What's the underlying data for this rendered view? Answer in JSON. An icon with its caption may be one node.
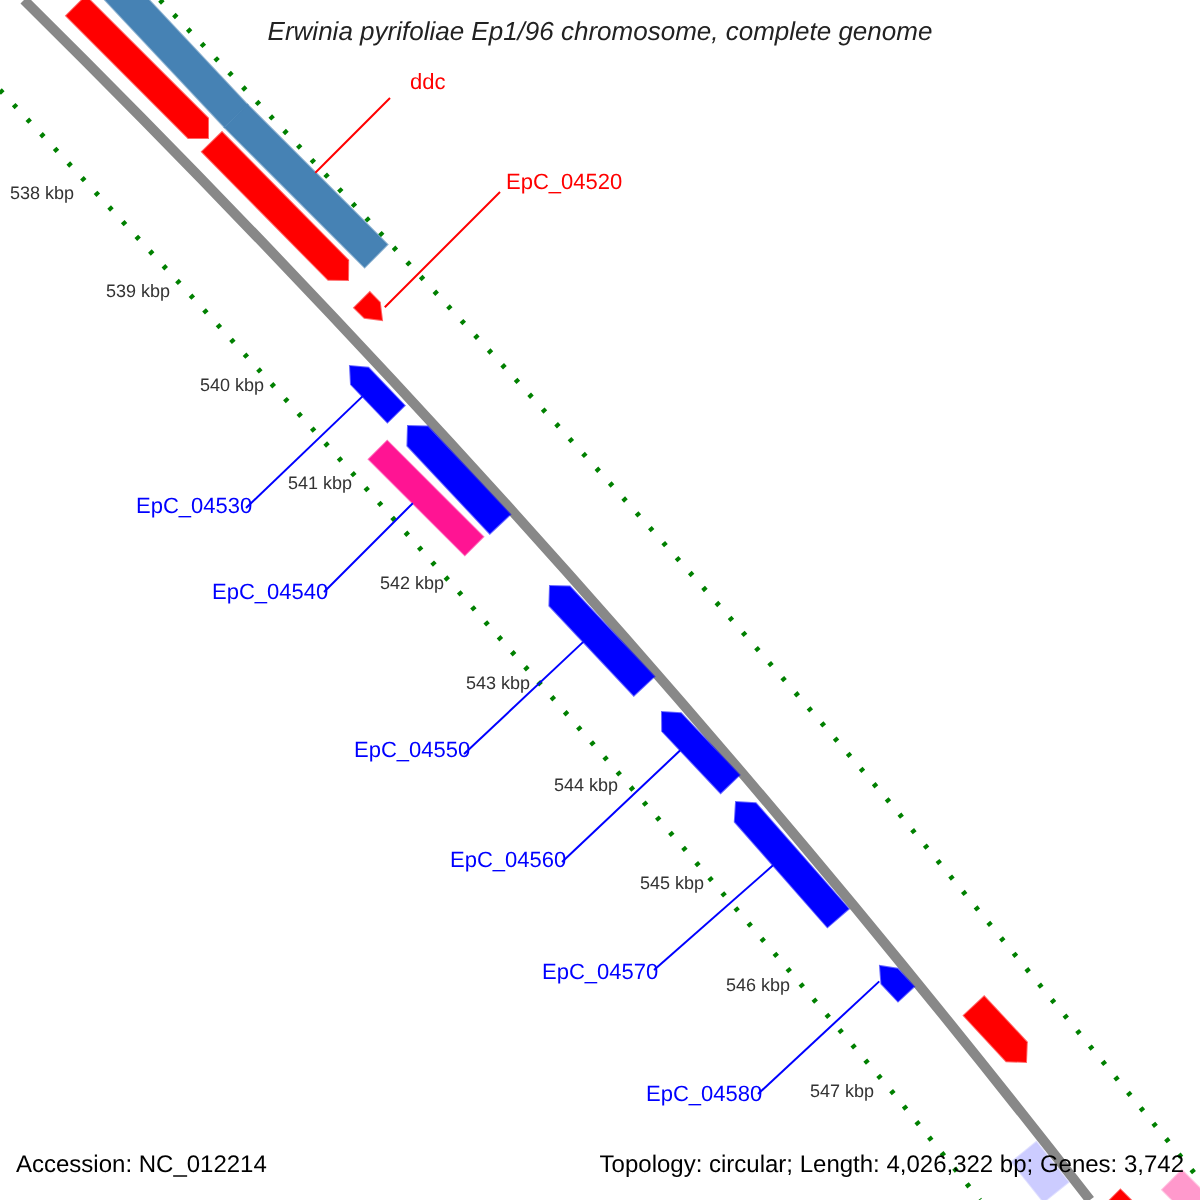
{
  "diagram": {
    "title": "Erwinia pyrifoliae Ep1/96 chromosome, complete genome",
    "nodes": [
      {
        "text": [
          "ddc"
        ]
      },
      {
        "text": [
          "EpC_04520"
        ]
      },
      {
        "text": [
          "EpC_04530"
        ]
      },
      {
        "text": [
          "EpC_04540"
        ]
      },
      {
        "text": [
          "EpC_04550"
        ]
      },
      {
        "text": [
          "EpC_04560"
        ]
      },
      {
        "text": [
          "EpC_04570"
        ]
      },
      {
        "text": [
          "EpC_04580"
        ]
      },
      {
        "text": [],
        "shape": "arrow"
      },
      {
        "text": [],
        "shape": "bar"
      },
      {
        "text": [],
        "shape": "arrow"
      },
      {
        "text": [],
        "shape": "bar"
      },
      {
        "text": [],
        "shape": "arrow"
      },
      {
        "text": [],
        "shape": "arrow"
      },
      {
        "text": [],
        "shape": "arrow"
      },
      {
        "text": [],
        "shape": "bar"
      },
      {
        "text": [],
        "shape": "arrow"
      },
      {
        "text": [],
        "shape": "arrow"
      },
      {
        "text": [],
        "shape": "arrow"
      },
      {
        "text": [],
        "shape": "arrow"
      },
      {
        "text": [],
        "shape": "arrow"
      },
      {
        "text": [],
        "shape": "bar"
      },
      {
        "text": [],
        "shape": "bar"
      },
      {
        "text": [],
        "shape": "bar"
      }
    ],
    "edges": [
      {
        "from": 0,
        "to": 11,
        "arrow": "none",
        "color": "#ff0000"
      },
      {
        "from": 1,
        "to": 12,
        "arrow": "none",
        "color": "#ff0000"
      },
      {
        "from": 2,
        "to": 13,
        "arrow": "none"
      },
      {
        "from": 3,
        "to": 15,
        "arrow": "none"
      },
      {
        "from": 4,
        "to": 16,
        "arrow": "none"
      },
      {
        "from": 5,
        "to": 17,
        "arrow": "none"
      },
      {
        "from": 6,
        "to": 18,
        "arrow": "none"
      },
      {
        "from": 7,
        "to": 19,
        "arrow": "none"
      }
    ],
    "labels": [
      "538 kbp",
      "539 kbp",
      "540 kbp",
      "541 kbp",
      "542 kbp",
      "543 kbp",
      "544 kbp",
      "545 kbp",
      "546 kbp",
      "547 kbp",
      "Accession: NC_012214",
      "Topology: circular; Length: 4,026,322 bp; Genes: 3,742"
    ]
  }
}
